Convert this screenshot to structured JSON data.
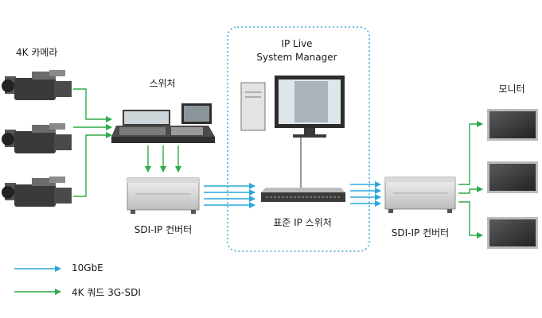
{
  "labels": {
    "cameras": "4K 카메라",
    "switcher": "스위처",
    "converter_left": "SDI-IP 컨버터",
    "manager_line1": "IP Live",
    "manager_line2": "System Manager",
    "ip_switch": "표준 IP 스위처",
    "converter_right": "SDI-IP 컨버터",
    "monitors": "모니터"
  },
  "legend": {
    "items": [
      {
        "label": "10GbE",
        "color": "#2aa7dd"
      },
      {
        "label": "4K 쿼드 3G-SDI",
        "color": "#2daa4a"
      }
    ]
  },
  "colors": {
    "ip_link": "#2aa7dd",
    "sdi_link": "#2daa4a",
    "zone_border": "#45a7d4",
    "device_dark": "#2f2f2f",
    "device_light": "#e6e6e6"
  }
}
